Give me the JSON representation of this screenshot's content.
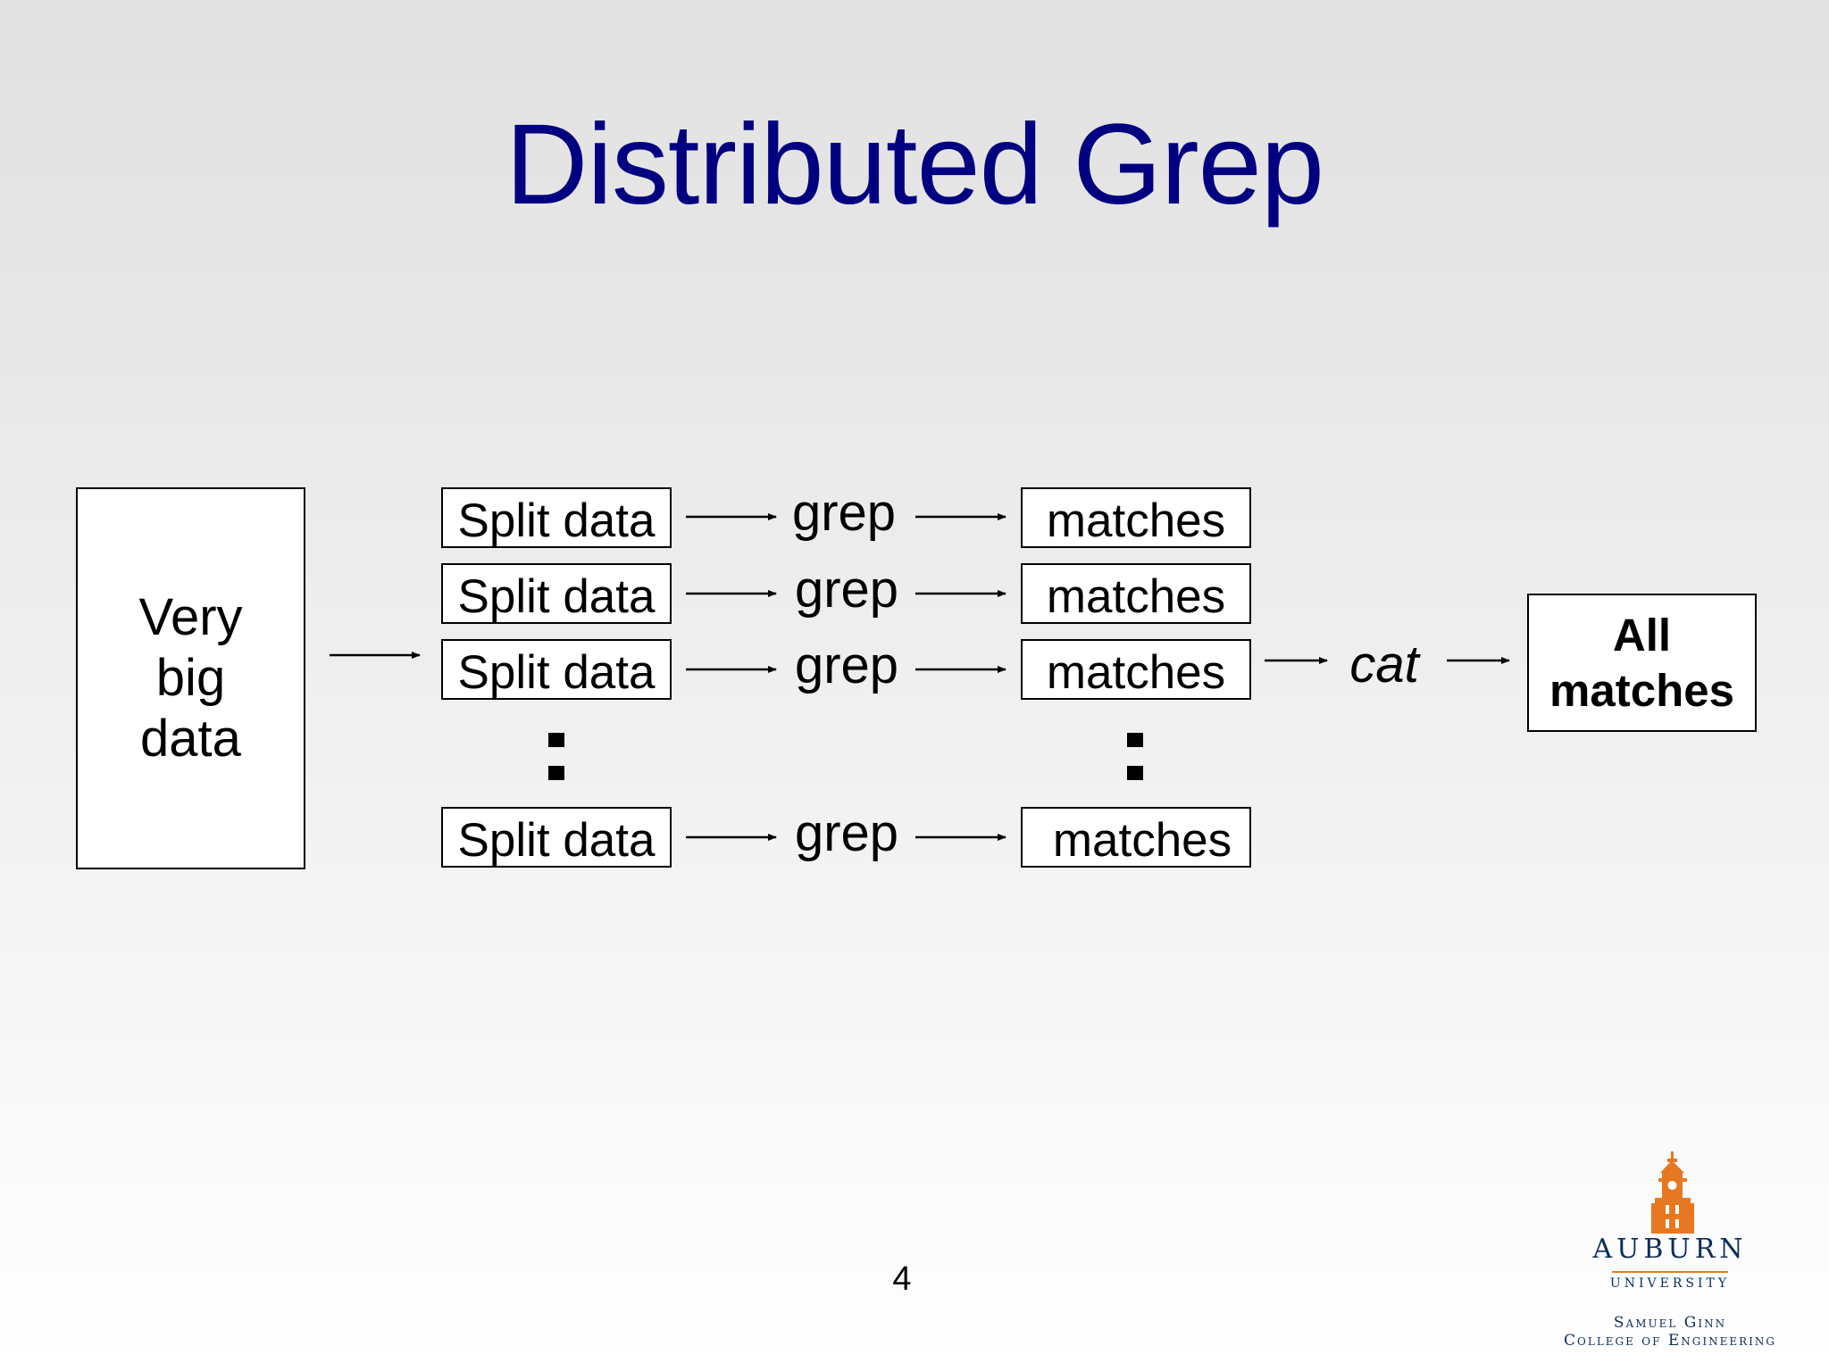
{
  "slide": {
    "title": "Distributed Grep",
    "page_number": "4"
  },
  "diagram": {
    "source": {
      "lines": [
        "Very",
        "big",
        "data"
      ]
    },
    "split_boxes": [
      "Split data",
      "Split data",
      "Split data",
      "Split data"
    ],
    "operations": [
      "grep",
      "grep",
      "grep",
      "grep"
    ],
    "match_boxes": [
      "matches",
      "matches",
      "matches",
      "matches"
    ],
    "combine_label": "cat",
    "result": {
      "lines": [
        "All",
        "matches"
      ]
    }
  },
  "logo": {
    "name": "AUBURN",
    "subtitle": "UNIVERSITY",
    "college_line1": "Samuel Ginn",
    "college_line2": "College of Engineering",
    "accent_color": "#e87722",
    "text_color": "#0b2d5c",
    "icon": "tower-icon"
  },
  "colors": {
    "title": "#000080",
    "background_top": "#e1e1e1",
    "background_bottom": "#ffffff"
  }
}
